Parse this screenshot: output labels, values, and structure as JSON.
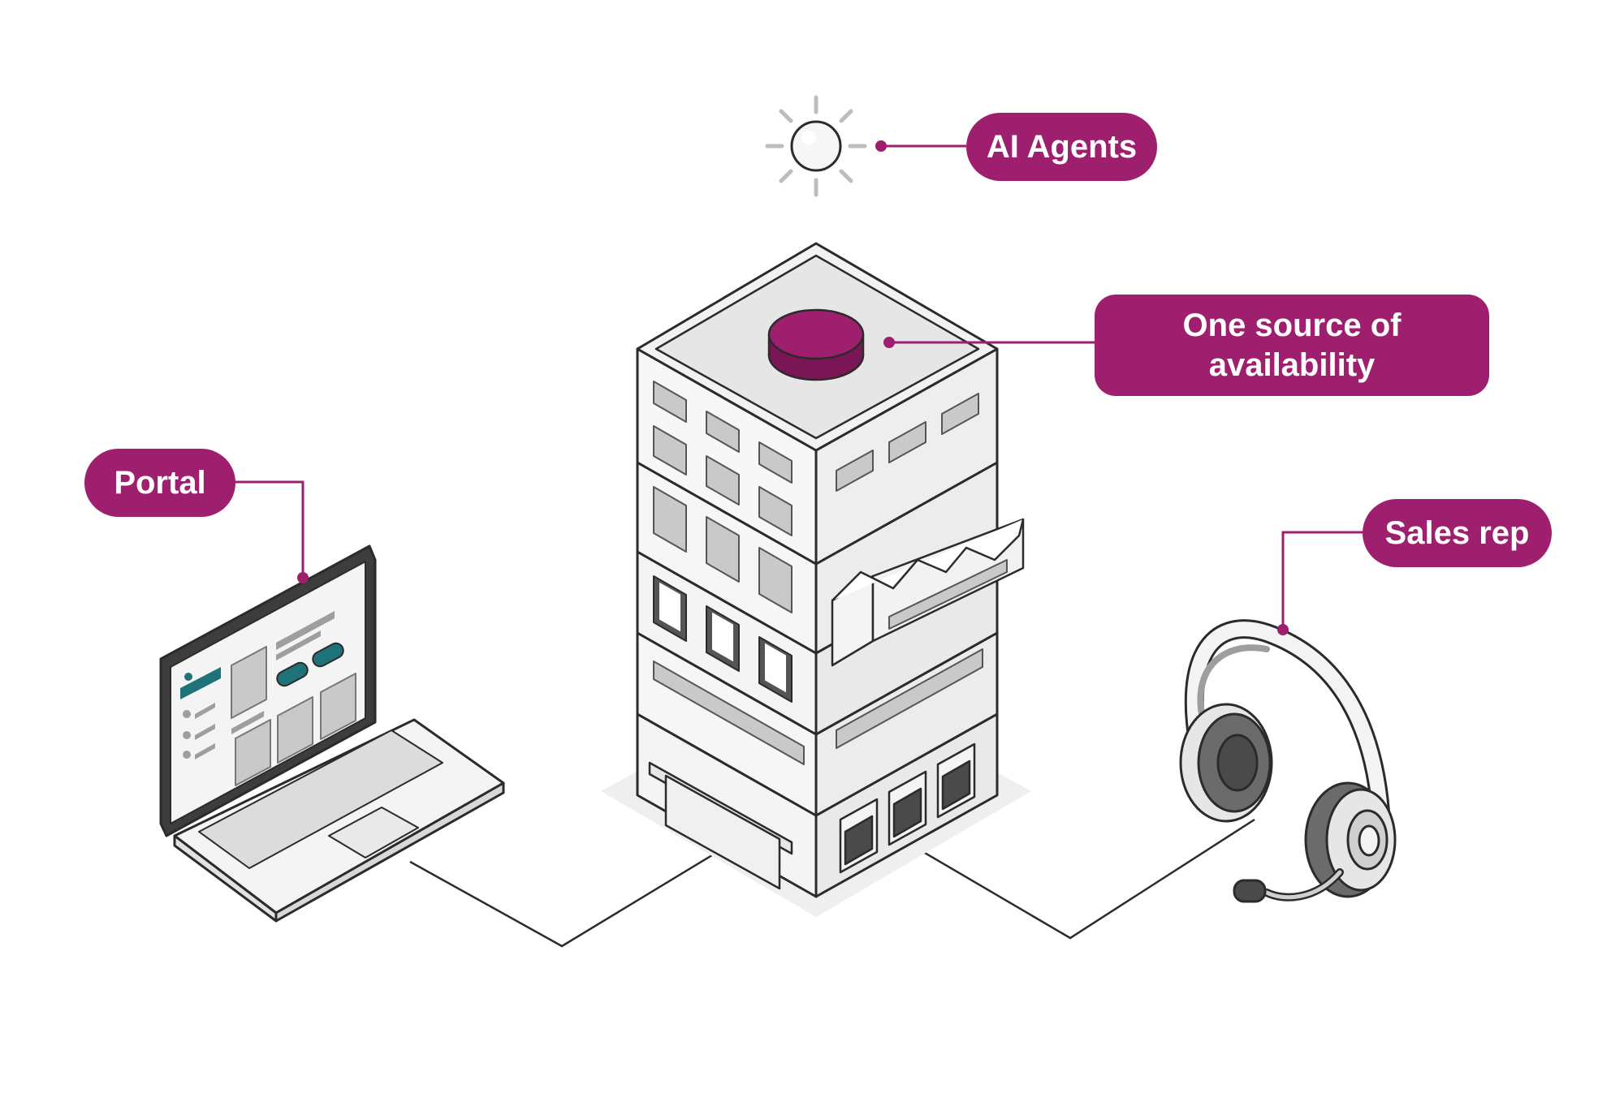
{
  "colors": {
    "accent": "#9e1f6e",
    "outline": "#2b2b2b",
    "face_light": "#f6f6f6",
    "face_mid": "#e6e6e6",
    "window": "#c9c9c9",
    "teal": "#1f7378",
    "connector": "#2b2b2b"
  },
  "labels": {
    "ai_agents": "AI Agents",
    "source_line1": "One source of",
    "source_line2": "availability",
    "portal": "Portal",
    "sales_rep": "Sales rep"
  },
  "nodes": [
    {
      "id": "ai-agents",
      "icon": "sun-sparkle-icon"
    },
    {
      "id": "availability-hub",
      "icon": "warehouse-building-icon"
    },
    {
      "id": "portal",
      "icon": "laptop-icon"
    },
    {
      "id": "sales-rep",
      "icon": "headset-icon"
    }
  ]
}
